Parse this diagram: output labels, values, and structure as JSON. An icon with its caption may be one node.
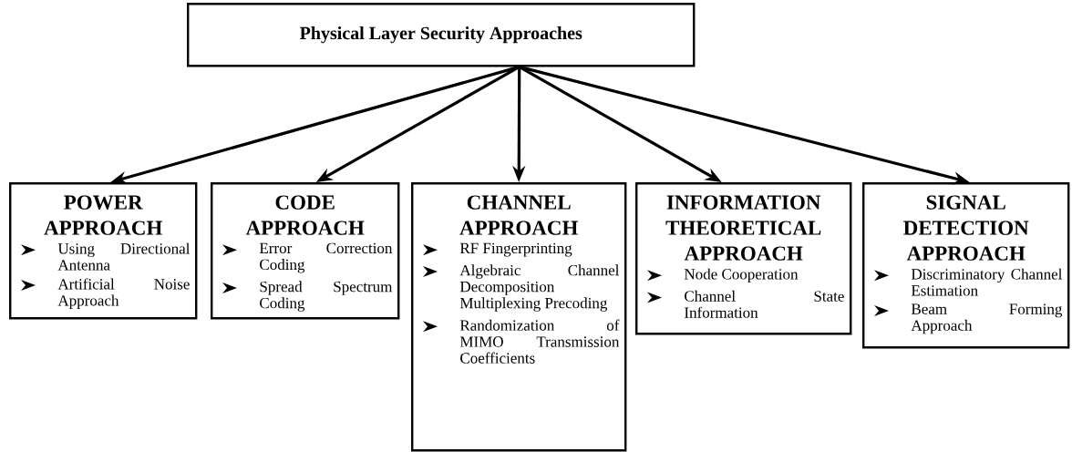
{
  "diagram": {
    "nodes": [
      {
        "text": [
          "Physical Layer Security Approaches"
        ]
      },
      {
        "text": [
          "POWER APPROACH",
          "Using Directional Antenna",
          "Artificial Noise Approach"
        ]
      },
      {
        "text": [
          "CODE APPROACH",
          "Error Correction Coding",
          "Spread Spectrum Coding"
        ]
      },
      {
        "text": [
          "CHANNEL APPROACH",
          "RF Fingerprinting",
          "Algebraic Channel Decomposition Multiplexing Precoding",
          "Randomization of MIMO Transmission Coefficients"
        ]
      },
      {
        "text": [
          "INFORMATION THEORETICAL APPROACH",
          "Node Cooperation",
          "Channel State Information"
        ]
      },
      {
        "text": [
          "SIGNAL DETECTION APPROACH",
          "Discriminatory Channel Estimation",
          "Beam Forming Approach"
        ]
      }
    ],
    "edges": [
      {
        "from": 0,
        "to": 1,
        "arrow": "to"
      },
      {
        "from": 0,
        "to": 2,
        "arrow": "to"
      },
      {
        "from": 0,
        "to": 3,
        "arrow": "to"
      },
      {
        "from": 0,
        "to": 4,
        "arrow": "to"
      },
      {
        "from": 0,
        "to": 5,
        "arrow": "to"
      }
    ]
  }
}
